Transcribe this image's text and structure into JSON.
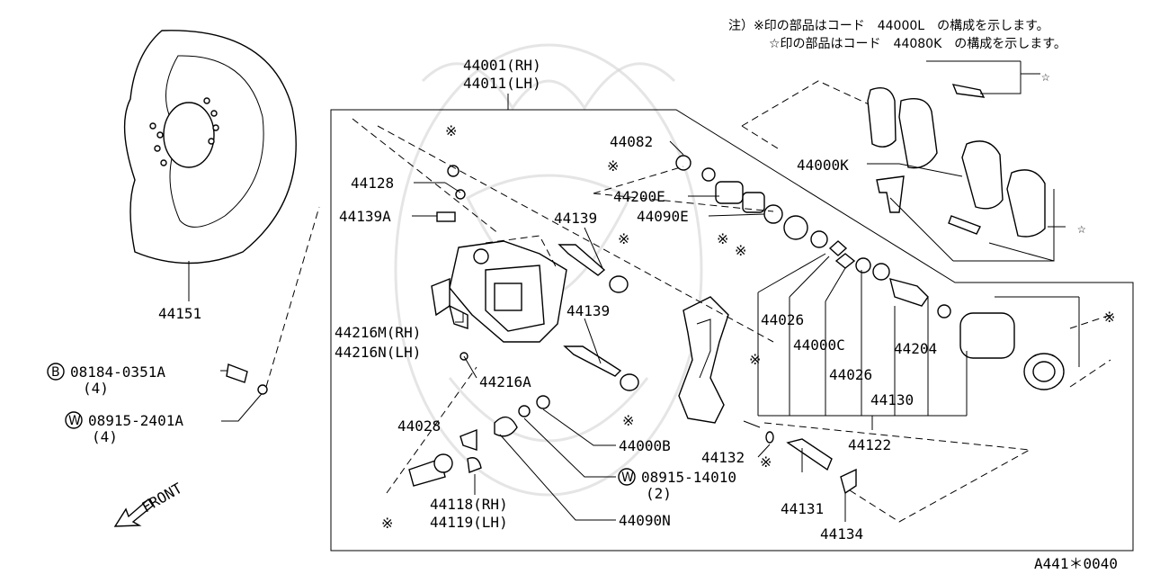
{
  "notes": [
    "注）※印の部品はコード　44000L　の構成を示します。",
    "☆印の部品はコード　44080K　の構成を示します。"
  ],
  "symbols": {
    "kome": "※",
    "star": "☆"
  },
  "caliper_assembly": {
    "rh": "44001(RH)",
    "lh": "44011(LH)"
  },
  "labels": {
    "p44151": "44151",
    "p44128": "44128",
    "p44139A": "44139A",
    "p44139_top": "44139",
    "p44139_mid": "44139",
    "p44082": "44082",
    "p44200E": "44200E",
    "p44090E": "44090E",
    "p44000K": "44000K",
    "p44216M": "44216M(RH)",
    "p44216N": "44216N(LH)",
    "p44216A": "44216A",
    "p44026_a": "44026",
    "p44000C": "44000C",
    "p44026_b": "44026",
    "p44204": "44204",
    "p44130": "44130",
    "p44122": "44122",
    "p44028": "44028",
    "p44000B": "44000B",
    "p44132": "44132",
    "p44118": "44118(RH)",
    "p44119": "44119(LH)",
    "p44090N": "44090N",
    "p44131": "44131",
    "p44134": "44134"
  },
  "fasteners": {
    "bolt": {
      "circle": "B",
      "code": "08184-0351A",
      "qty": "(4)"
    },
    "washer": {
      "circle": "W",
      "code": "08915-2401A",
      "qty": "(4)"
    },
    "washer2": {
      "circle": "W",
      "code": "08915-14010",
      "qty": "(2)"
    }
  },
  "front_label": "FRONT",
  "diagram_code": "A441＊0040"
}
